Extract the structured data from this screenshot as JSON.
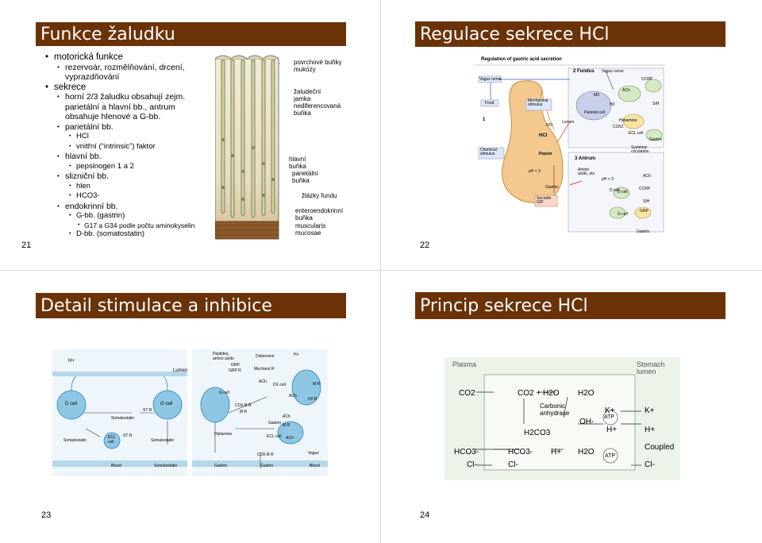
{
  "slides": [
    {
      "title": "Funkce žaludku",
      "number": "21",
      "outline": [
        {
          "level": 1,
          "text": "motorická funkce"
        },
        {
          "level": 2,
          "text": "rezervoár, rozmělňování, drcení, vyprazdňování"
        },
        {
          "level": 1,
          "text": "sekrece"
        },
        {
          "level": 2,
          "text": "horní 2/3 žaludku obsahují zejm. parietální a hlavní bb., antrum obsahuje hlenové a G-bb."
        },
        {
          "level": 2,
          "text": "parietální bb."
        },
        {
          "level": 3,
          "text": "HCl"
        },
        {
          "level": 3,
          "text": "vnitřní (“intrinsic”) faktor"
        },
        {
          "level": 2,
          "text": "hlavní bb."
        },
        {
          "level": 3,
          "text": "pepsinogen 1 a 2"
        },
        {
          "level": 2,
          "text": "slizniční bb."
        },
        {
          "level": 3,
          "text": "hlen"
        },
        {
          "level": 3,
          "text": "HCO3-"
        },
        {
          "level": 2,
          "text": "endokrinní bb."
        },
        {
          "level": 3,
          "text": "G-bb. (gastrin)"
        },
        {
          "level": 4,
          "text": "G17 a G34 podle počtu aminokyselin"
        },
        {
          "level": 3,
          "text": "D-bb. (somatostatin)"
        }
      ],
      "histology_labels": [
        "povrchové buňky mukózy",
        "žaludeční jamka",
        "nediferencovaná buňka",
        "hlavní buňka",
        "parietální buňka",
        "žlázky fundu",
        "enteroendokrinní buňka",
        "muscularis mucosae"
      ]
    },
    {
      "title": "Regulace sekrece HCl",
      "number": "22",
      "figure": {
        "heading": "Regulation of gastric acid secretion",
        "labels": [
          "2 Fundus",
          "Vagus nerve",
          "Vagus nerve",
          "Food",
          "1",
          "Mechanical stimulus",
          "Parietal cell",
          "Chemical stimulus",
          "Pepsin",
          "HCl",
          "pH < 3",
          "Gastrin",
          "Secretin GIP",
          "3 Antrum",
          "Amino acids, etc.",
          "pH < 3",
          "D cell",
          "G cell",
          "Gastrin",
          "ACh",
          "CCRP",
          "SIH",
          "Histamine",
          "ECL cell",
          "H2",
          "M3",
          "CCK2",
          "Gastrin",
          "Systemic circulation",
          "CCRP",
          "SIH",
          "GRP",
          "ACh",
          "D cell",
          "HCl",
          "Lumen"
        ]
      }
    },
    {
      "title": "Detail stimulace a inhibice",
      "number": "23",
      "figure": {
        "labels": [
          "H+",
          "Lumen",
          "D cell",
          "G cell",
          "ST R",
          "Somatostatin",
          "ECL cell",
          "ST R",
          "Somatostatin",
          "Somatostatin",
          "Blood",
          "Somatostatin",
          "Peptides, amino acids",
          "Distension",
          "H+",
          "GRP",
          "GRP R",
          "Mechano R",
          "G cell",
          "ACh",
          "M R",
          "DX cell",
          "ACh",
          "H2 R",
          "CCK-B R",
          "M R",
          "ACh",
          "Histamine",
          "Gastrin",
          "M R",
          "ECL cell",
          "ACh",
          "CCK-B R",
          "Vagus",
          "Gastrin",
          "Gastrin",
          "Blood",
          "Gastrin"
        ]
      }
    },
    {
      "title": "Princip sekrece HCl",
      "number": "24",
      "figure": {
        "plasma": "Plasma",
        "lumen": "Stomach lumen",
        "labels": [
          "CO2",
          "CO2 + H2O",
          "H2O",
          "Carbonic anhydrase",
          "OH-",
          "K+",
          "K+",
          "ATP",
          "H+",
          "H+",
          "H2CO3",
          "HCO3-",
          "HCO3-",
          "H+",
          "H2O",
          "ATP",
          "Cl-",
          "Cl-",
          "Cl-",
          "Coupled"
        ]
      }
    }
  ]
}
